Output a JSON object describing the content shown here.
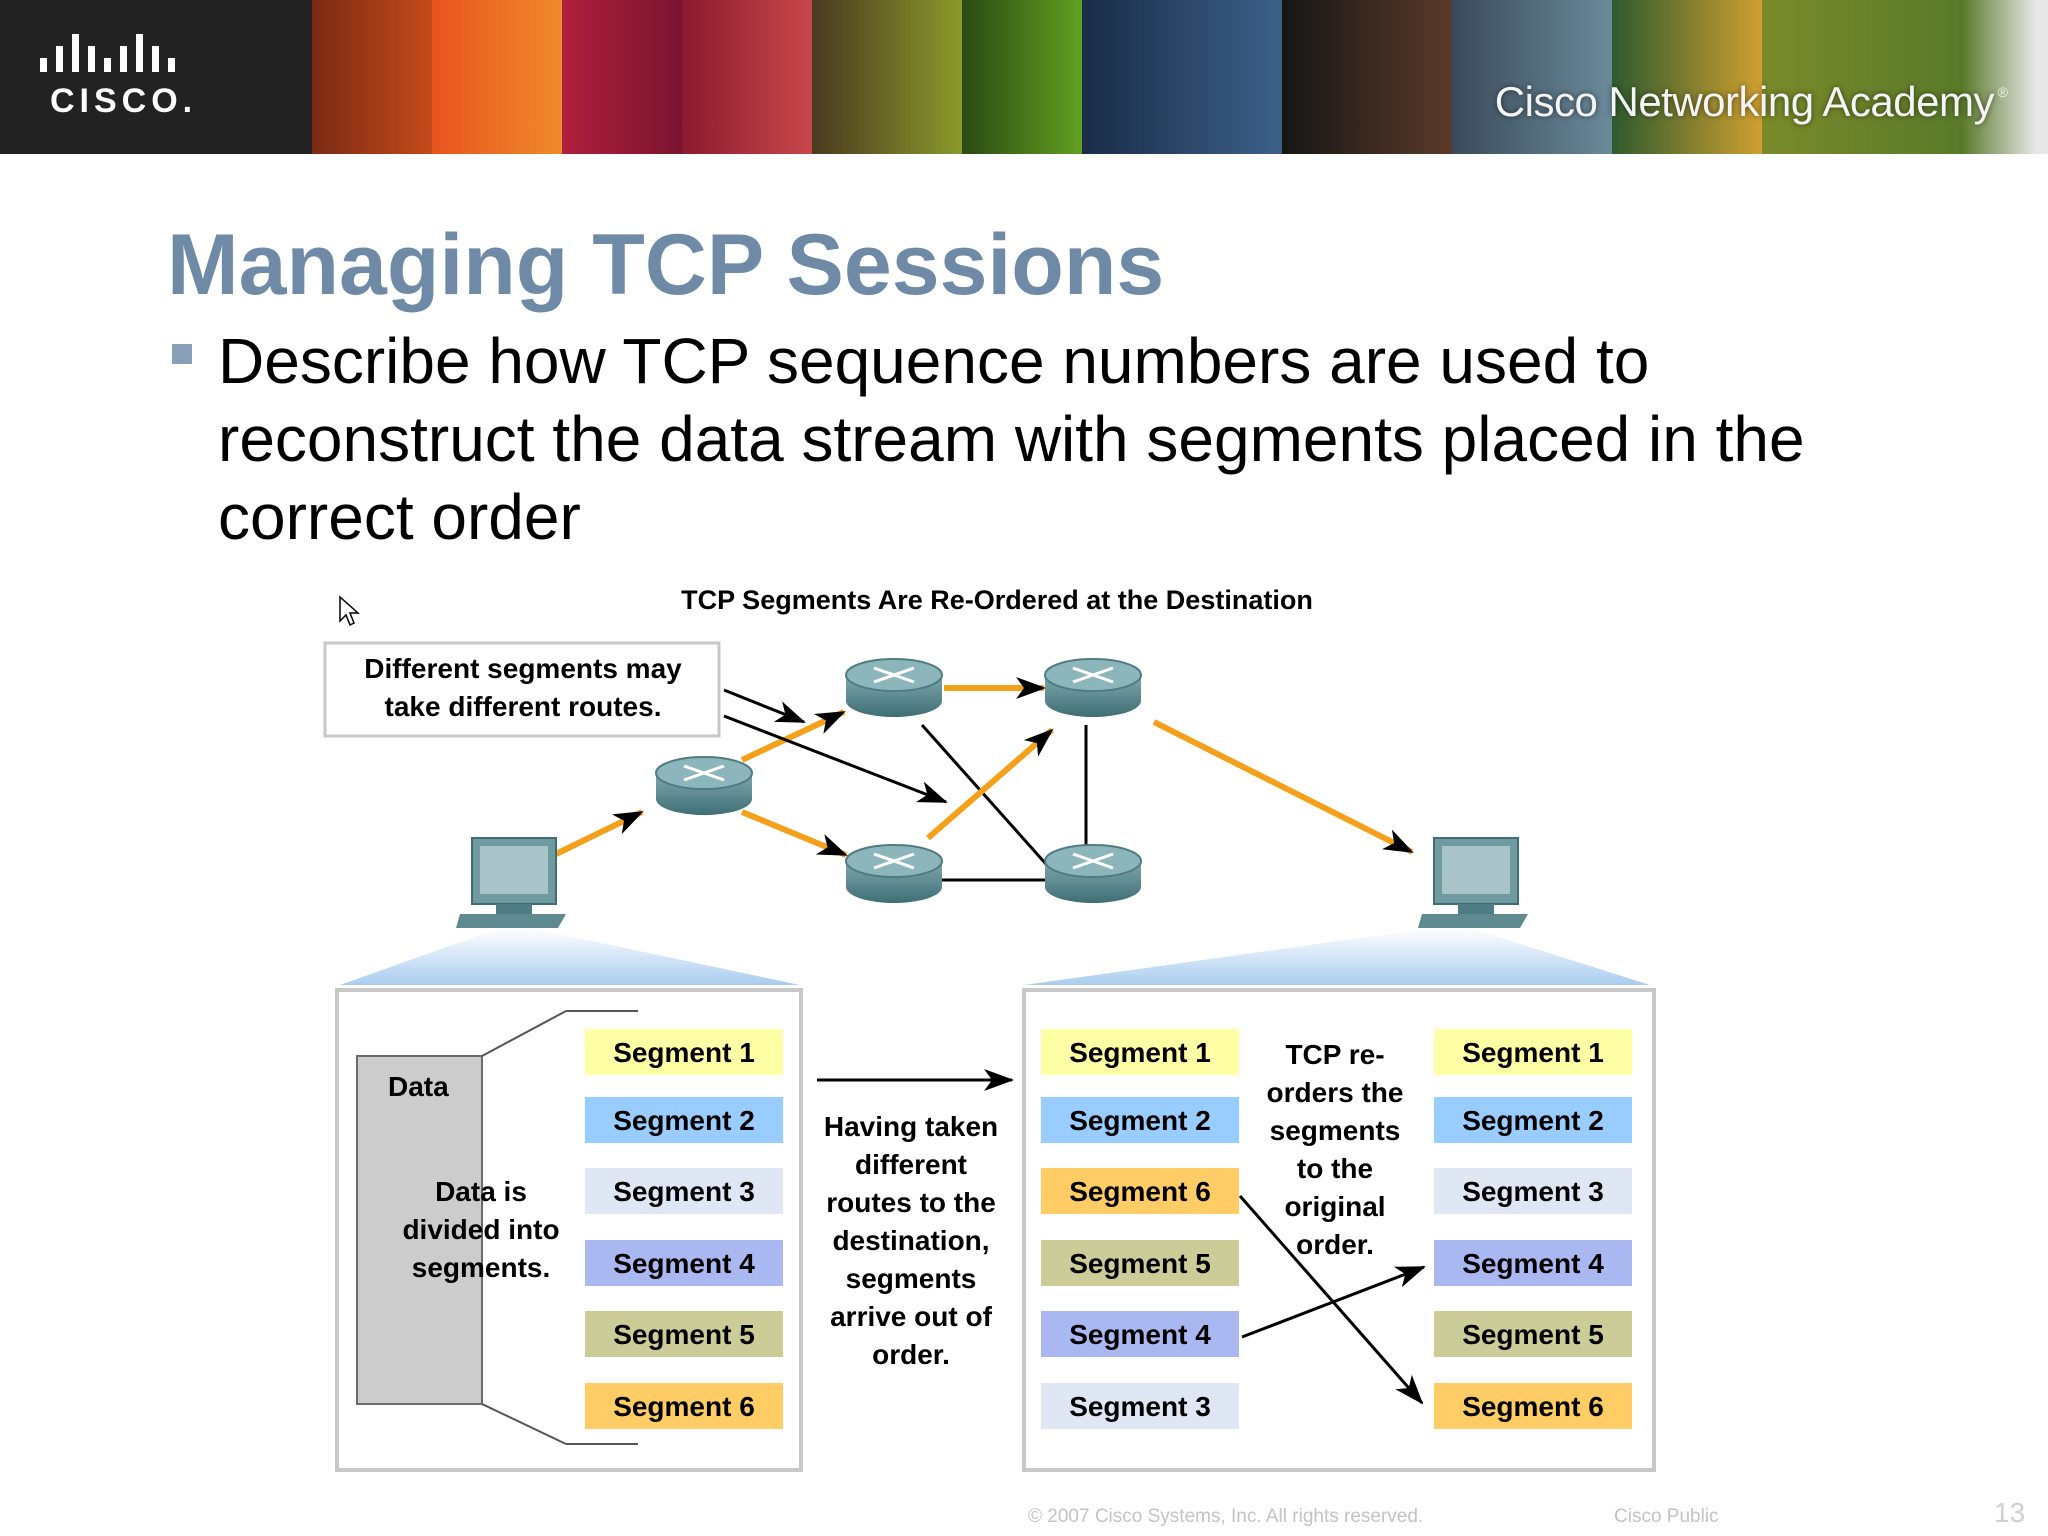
{
  "banner": {
    "logo": "CISCO.",
    "academy": "Cisco Networking Academy",
    "registered": "®"
  },
  "slide": {
    "title": "Managing TCP Sessions",
    "bullet": "Describe how TCP sequence numbers are used to reconstruct the data stream with segments placed in the correct order"
  },
  "figure": {
    "title": "TCP Segments Are Re-Ordered at the Destination",
    "callout_line1": "Different segments may",
    "callout_line2": "take different routes.",
    "data_label": "Data",
    "divided_lines": [
      "Data is",
      "divided into",
      "segments."
    ],
    "transit_lines": [
      "Having taken",
      "different",
      "routes to the",
      "destination,",
      "segments",
      "arrive out of",
      "order."
    ],
    "reorder_lines": [
      "TCP re-",
      "orders the",
      "segments",
      "to the",
      "original",
      "order."
    ],
    "source_segments": [
      "Segment 1",
      "Segment 2",
      "Segment 3",
      "Segment 4",
      "Segment 5",
      "Segment 6"
    ],
    "received_segments": [
      "Segment 1",
      "Segment 2",
      "Segment 6",
      "Segment 5",
      "Segment 4",
      "Segment 3"
    ],
    "ordered_segments": [
      "Segment 1",
      "Segment 2",
      "Segment 3",
      "Segment 4",
      "Segment 5",
      "Segment 6"
    ],
    "segment_colors": {
      "Segment 1": "#ffffa6",
      "Segment 2": "#99ccff",
      "Segment 3": "#dfe6f4",
      "Segment 4": "#aab8f2",
      "Segment 5": "#cccc99",
      "Segment 6": "#ffcc66"
    },
    "route_color": "#f5a01a"
  },
  "footer": {
    "copyright": "© 2007 Cisco Systems, Inc. All rights reserved.",
    "classification": "Cisco Public",
    "page": "13"
  }
}
